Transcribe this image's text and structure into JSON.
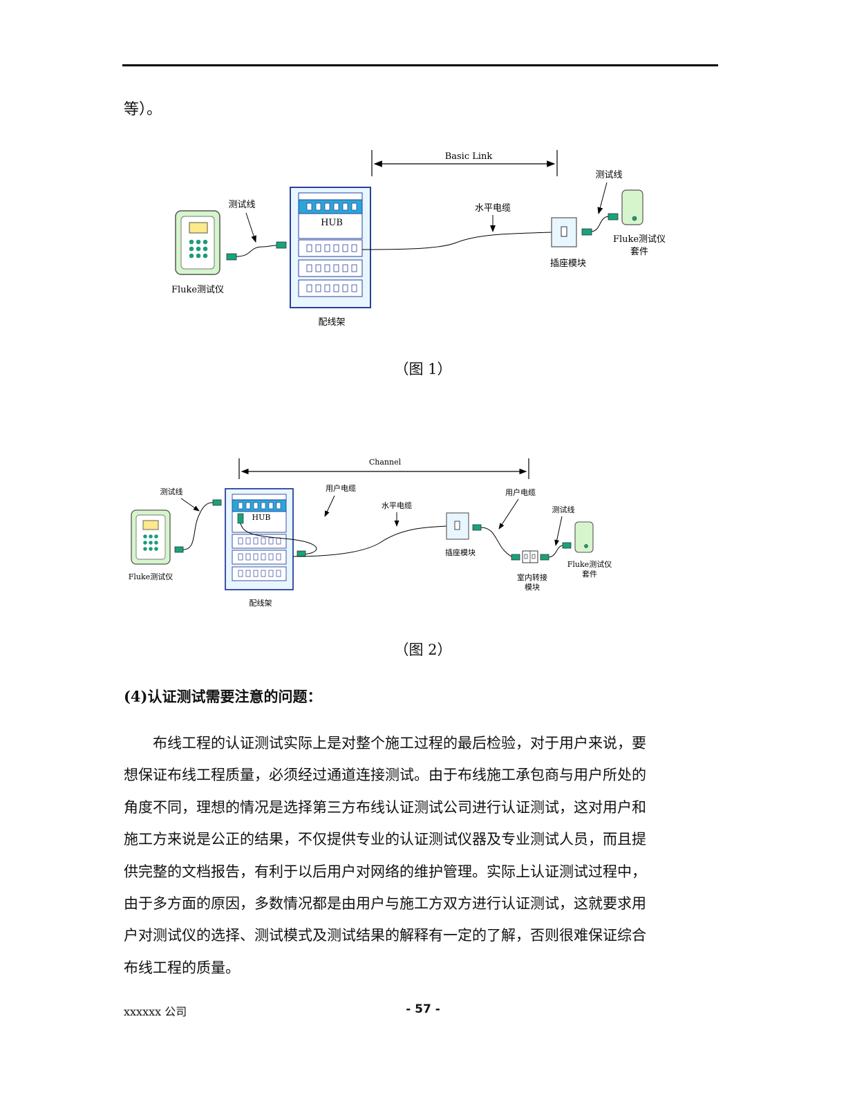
{
  "intro_text": "等）。",
  "fig1": {
    "basic_link": "Basic Link",
    "test_line_left": "测试线",
    "test_line_right": "测试线",
    "hub": "HUB",
    "horizontal_cable": "水平电缆",
    "socket_module": "插座模块",
    "fluke_tester": "Fluke测试仪",
    "fluke_kit_1": "Fluke测试仪",
    "fluke_kit_2": "套件",
    "patch_panel": "配线架",
    "caption": "（图 1）"
  },
  "fig2": {
    "channel": "Channel",
    "test_line_left": "测试线",
    "user_cable_1": "用户电缆",
    "user_cable_2": "用户电缆",
    "horizontal_cable": "水平电缆",
    "test_line_right": "测试线",
    "hub": "HUB",
    "socket_module": "插座模块",
    "fluke_tester": "Fluke测试仪",
    "fluke_kit_1": "Fluke测试仪",
    "fluke_kit_2": "套件",
    "indoor_module_1": "室内转接",
    "indoor_module_2": "模块",
    "patch_panel": "配线架",
    "caption": "（图 2）"
  },
  "heading": "(4)认证测试需要注意的问题：",
  "paragraph_lines": [
    "　　布线工程的认证测试实际上是对整个施工过程的最后检验，对于用户来说，要",
    "想保证布线工程质量，必须经过通道连接测试。由于布线施工承包商与用户所处的",
    "角度不同，理想的情况是选择第三方布线认证测试公司进行认证测试，这对用户和",
    "施工方来说是公正的结果，不仅提供专业的认证测试仪器及专业测试人员，而且提",
    "供完整的文档报告，有利于以后用户对网络的维护管理。实际上认证测试过程中，",
    "由于多方面的原因，多数情况都是由用户与施工方双方进行认证测试，这就要求用",
    "户对测试仪的选择、测试模式及测试结果的解释有一定的了解，否则很难保证综合",
    "布线工程的质量。"
  ],
  "footer": {
    "company": "xxxxxx 公司",
    "page_number": "- 57 -"
  },
  "colors": {
    "rack_border": "#2a3f9a",
    "rack_fill": "#e8f6ff",
    "hub_bar": "#2aa6d6",
    "connector": "#17a37c",
    "device_fill": "#d6f5cc"
  }
}
